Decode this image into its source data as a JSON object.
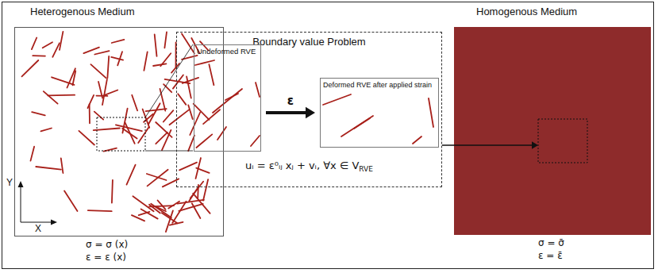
{
  "diagram": {
    "nodes": [
      {
        "text": [
          "Heterogenous Medium"
        ]
      },
      {
        "text": [
          "Boundary value Problem",
          "uᵢ = ε⁰ᵢⱼ xⱼ + vᵢ, ∀x ∈ V",
          "RVE"
        ]
      },
      {
        "text": [
          "Undeformed RVE"
        ],
        "in": 1
      },
      {
        "text": [
          "Deformed RVE after applied strain"
        ],
        "in": 1
      },
      {
        "text": [
          "Homogenous Medium"
        ]
      }
    ],
    "edges": [
      {
        "from": 2,
        "to": 3,
        "arrow": "to",
        "label": "ε"
      },
      {
        "from": 1,
        "to": 4,
        "arrow": "to"
      }
    ],
    "labels": [
      "σ = σ (x)",
      "ε = ε (x)",
      "σ = σ̄",
      "ε = ε̄",
      "X",
      "Y"
    ]
  }
}
